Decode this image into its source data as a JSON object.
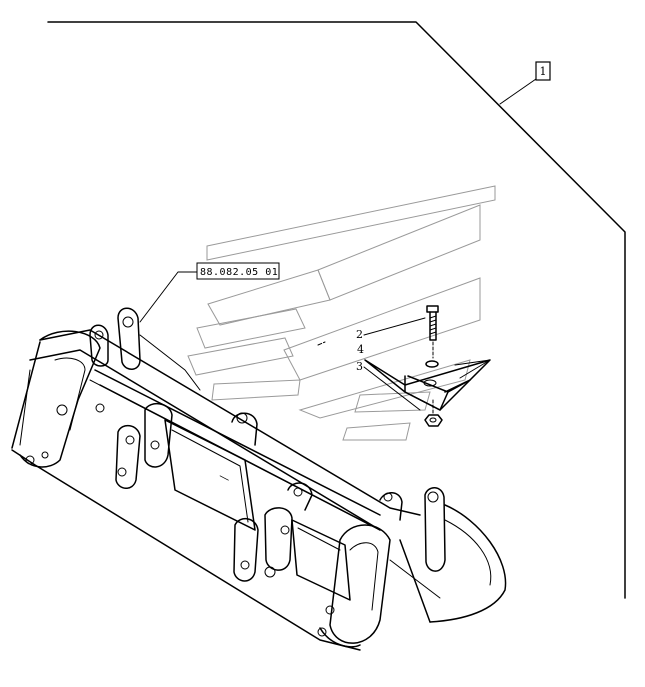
{
  "diagram": {
    "kit_marker": "1",
    "reference_code": "88.082.05 01",
    "callouts": [
      {
        "id": "callout-2",
        "label": "2"
      },
      {
        "id": "callout-4",
        "label": "4"
      },
      {
        "id": "callout-3",
        "label": "3"
      }
    ]
  }
}
